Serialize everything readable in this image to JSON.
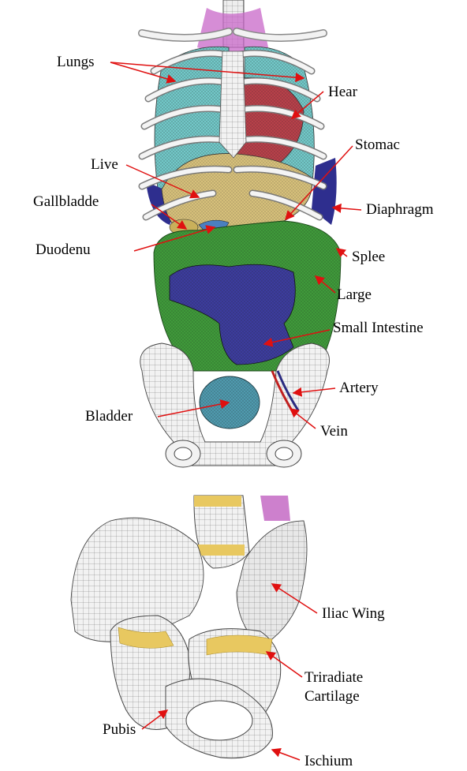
{
  "figure_top": {
    "labels": {
      "lungs": "Lungs",
      "heart": "Hear",
      "stomach": "Stomac",
      "liver": "Live",
      "gallbladder": "Gallbladde",
      "diaphragm": "Diaphragm",
      "duodenum": "Duodenu",
      "spleen": "Splee",
      "large_intestine": "Large",
      "small_intestine": "Small Intestine",
      "artery": "Artery",
      "bladder": "Bladder",
      "vein": "Vein"
    }
  },
  "figure_bottom": {
    "labels": {
      "iliac_wing": "Iliac Wing",
      "triradiate_cartilage_line1": "Triradiate",
      "triradiate_cartilage_line2": "Cartilage",
      "pubis": "Pubis",
      "ischium": "Ischium"
    }
  },
  "colors": {
    "bone": "#f2f2f2",
    "lungs": "#6fc9c9",
    "heart": "#b8404a",
    "liver": "#d6c07a",
    "stomach": "#c9b87a",
    "duodenum": "#4a7fc0",
    "large_intestine": "#3f9a3a",
    "small_intestine": "#3c3c9e",
    "bladder": "#4f9aae",
    "diaphragm": "#2e2e8e",
    "cartilage": "#e8c860",
    "spine_pink": "#c060c0",
    "arrow": "#e01010"
  }
}
